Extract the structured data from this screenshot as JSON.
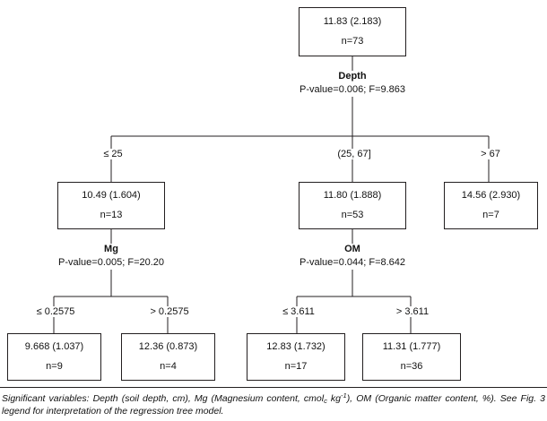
{
  "figure": {
    "type": "regression-tree",
    "caption_part1": "Significant variables: Depth (soil depth, cm), Mg (Magnesium content, cmol",
    "caption_sub": "c",
    "caption_part2": " kg",
    "caption_sup": "-1",
    "caption_part3": "), OM (Organic matter content, %). See Fig. 3 legend for interpretation of the regression tree model."
  },
  "nodes": {
    "root": {
      "value": "11.83 (2.183)",
      "n": "n=73"
    },
    "depth_low": {
      "value": "10.49 (1.604)",
      "n": "n=13"
    },
    "depth_mid": {
      "value": "11.80 (1.888)",
      "n": "n=53"
    },
    "depth_high": {
      "value": "14.56 (2.930)",
      "n": "n=7"
    },
    "mg_low": {
      "value": "9.668 (1.037)",
      "n": "n=9"
    },
    "mg_high": {
      "value": "12.36 (0.873)",
      "n": "n=4"
    },
    "om_low": {
      "value": "12.83 (1.732)",
      "n": "n=17"
    },
    "om_high": {
      "value": "11.31 (1.777)",
      "n": "n=36"
    }
  },
  "splits": {
    "depth": {
      "variable": "Depth",
      "stat": "P-value=0.006; F=9.863"
    },
    "mg": {
      "variable": "Mg",
      "stat": "P-value=0.005; F=20.20"
    },
    "om": {
      "variable": "OM",
      "stat": "P-value=0.044; F=8.642"
    }
  },
  "edges": {
    "depth_low": "≤ 25",
    "depth_mid": "(25, 67]",
    "depth_high": "> 67",
    "mg_low": "≤ 0.2575",
    "mg_high": "> 0.2575",
    "om_low": "≤ 3.611",
    "om_high": "> 3.611"
  },
  "chart_data": {
    "type": "diagram",
    "title": "",
    "tree": {
      "label": "11.83 (2.183)",
      "n": 73,
      "mean": 11.83,
      "sd": 2.183,
      "split_variable": "Depth",
      "p_value": 0.006,
      "F": 9.863,
      "children": [
        {
          "condition": "≤ 25",
          "label": "10.49 (1.604)",
          "n": 13,
          "mean": 10.49,
          "sd": 1.604,
          "split_variable": "Mg",
          "p_value": 0.005,
          "F": 20.2,
          "children": [
            {
              "condition": "≤ 0.2575",
              "label": "9.668 (1.037)",
              "n": 9,
              "mean": 9.668,
              "sd": 1.037,
              "children": []
            },
            {
              "condition": "> 0.2575",
              "label": "12.36 (0.873)",
              "n": 4,
              "mean": 12.36,
              "sd": 0.873,
              "children": []
            }
          ]
        },
        {
          "condition": "(25, 67]",
          "label": "11.80 (1.888)",
          "n": 53,
          "mean": 11.8,
          "sd": 1.888,
          "split_variable": "OM",
          "p_value": 0.044,
          "F": 8.642,
          "children": [
            {
              "condition": "≤ 3.611",
              "label": "12.83 (1.732)",
              "n": 17,
              "mean": 12.83,
              "sd": 1.732,
              "children": []
            },
            {
              "condition": "> 3.611",
              "label": "11.31 (1.777)",
              "n": 36,
              "mean": 11.31,
              "sd": 1.777,
              "children": []
            }
          ]
        },
        {
          "condition": "> 67",
          "label": "14.56 (2.930)",
          "n": 7,
          "mean": 14.56,
          "sd": 2.93,
          "children": []
        }
      ]
    }
  }
}
